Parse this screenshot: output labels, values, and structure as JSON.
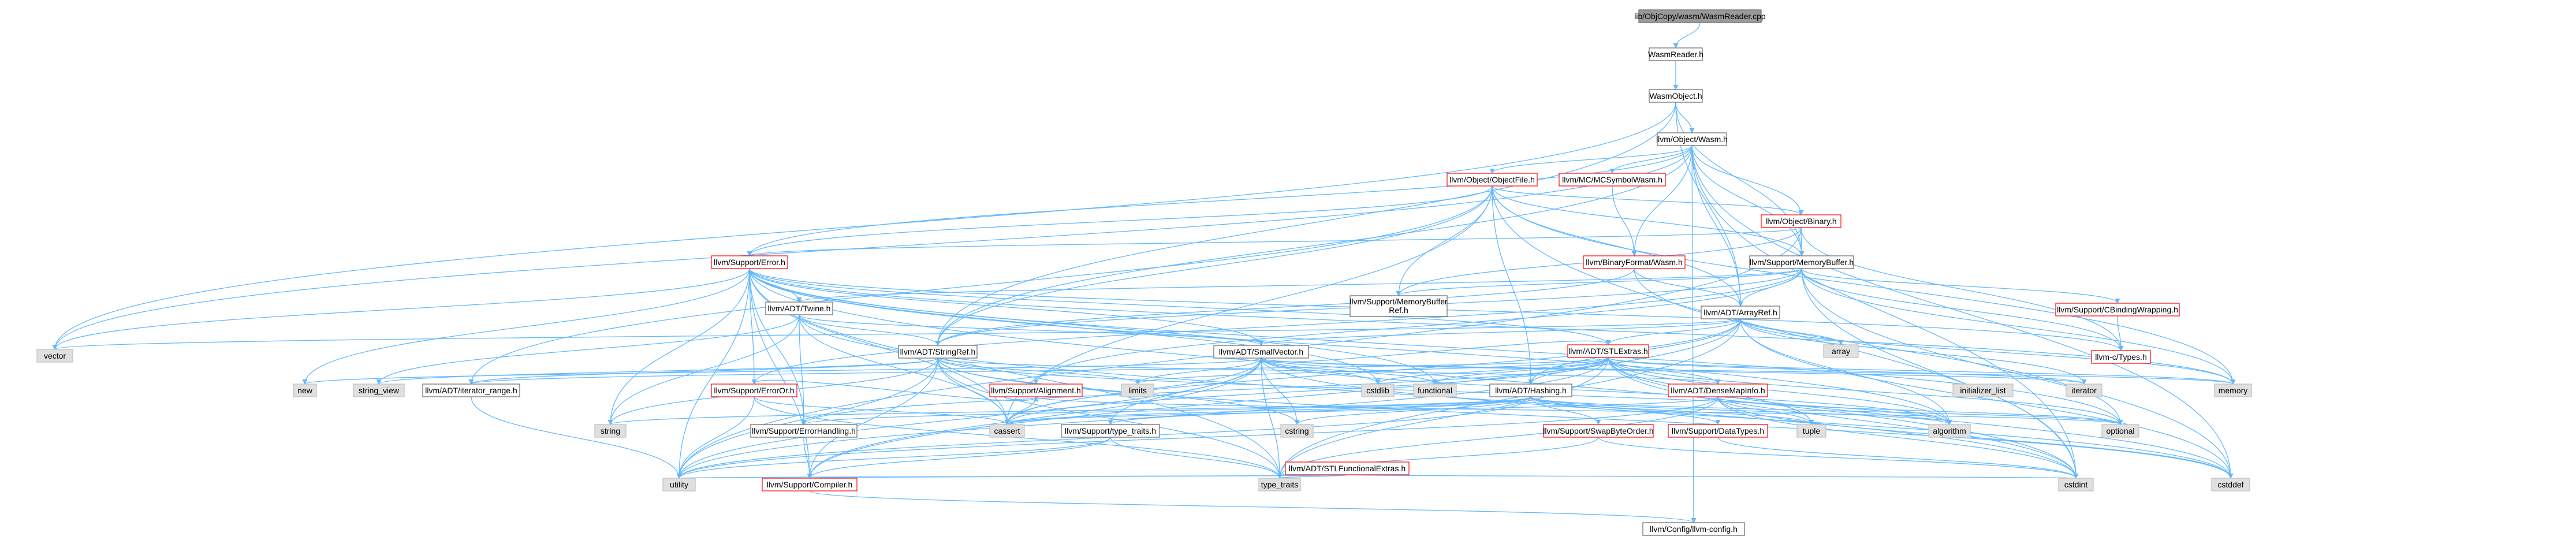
{
  "graph": {
    "colors": {
      "root_fill": "#999999",
      "internal_fill": "#ffffff",
      "external_fill": "#e0e0e0",
      "border": "#666666",
      "red_border": "#ff0000",
      "text": "#000000",
      "edge": "#63b8ff",
      "edge_dark": "#f4a460"
    },
    "nodes": [
      {
        "id": "root",
        "label": "lib/ObjCopy/wasm/WasmReader.cpp",
        "style": "root"
      },
      {
        "id": "wasmreader_h",
        "label": "WasmReader.h",
        "style": "internal"
      },
      {
        "id": "wasmobject_h",
        "label": "WasmObject.h",
        "style": "internal"
      },
      {
        "id": "obj_wasm",
        "label": "llvm/Object/Wasm.h",
        "style": "internal"
      },
      {
        "id": "obj_objectfile",
        "label": "llvm/Object/ObjectFile.h",
        "style": "red"
      },
      {
        "id": "mc_symbolwasm",
        "label": "llvm/MC/MCSymbolWasm.h",
        "style": "red"
      },
      {
        "id": "obj_binary",
        "label": "llvm/Object/Binary.h",
        "style": "red"
      },
      {
        "id": "support_error",
        "label": "llvm/Support/Error.h",
        "style": "red"
      },
      {
        "id": "binformat_wasm",
        "label": "llvm/BinaryFormat/Wasm.h",
        "style": "red"
      },
      {
        "id": "support_membuf",
        "label": "llvm/Support/MemoryBuffer.h",
        "style": "internal"
      },
      {
        "id": "membufref",
        "label": "llvm/Support/MemoryBuffer Ref.h",
        "lines": [
          "llvm/Support/MemoryBuffer",
          "Ref.h"
        ],
        "style": "internal"
      },
      {
        "id": "adt_arrayref",
        "label": "llvm/ADT/ArrayRef.h",
        "style": "internal"
      },
      {
        "id": "cbindingwrapping",
        "label": "llvm/Support/CBindingWrapping.h",
        "style": "red"
      },
      {
        "id": "c_types",
        "label": "llvm-c/Types.h",
        "style": "red"
      },
      {
        "id": "adt_twine",
        "label": "llvm/ADT/Twine.h",
        "style": "internal"
      },
      {
        "id": "adt_stlextras",
        "label": "llvm/ADT/STLExtras.h",
        "style": "red"
      },
      {
        "id": "adt_stringref",
        "label": "llvm/ADT/StringRef.h",
        "style": "internal"
      },
      {
        "id": "adt_smallvector",
        "label": "llvm/ADT/SmallVector.h",
        "style": "internal"
      },
      {
        "id": "array",
        "label": "array",
        "style": "external"
      },
      {
        "id": "vector",
        "label": "vector",
        "style": "external"
      },
      {
        "id": "new",
        "label": "new",
        "style": "external"
      },
      {
        "id": "string_view",
        "label": "string_view",
        "style": "external"
      },
      {
        "id": "iter_range",
        "label": "llvm/ADT/iterator_range.h",
        "style": "internal"
      },
      {
        "id": "erroror",
        "label": "llvm/Support/ErrorOr.h",
        "style": "red"
      },
      {
        "id": "alignment",
        "label": "llvm/Support/Alignment.h",
        "style": "red"
      },
      {
        "id": "limits",
        "label": "limits",
        "style": "external"
      },
      {
        "id": "cstdlib",
        "label": "cstdlib",
        "style": "external"
      },
      {
        "id": "functional",
        "label": "functional",
        "style": "external"
      },
      {
        "id": "hashing",
        "label": "llvm/ADT/Hashing.h",
        "style": "internal"
      },
      {
        "id": "densemapinfo",
        "label": "llvm/ADT/DenseMapInfo.h",
        "style": "red"
      },
      {
        "id": "init_list",
        "label": "initializer_list",
        "style": "external"
      },
      {
        "id": "iterator",
        "label": "iterator",
        "style": "external"
      },
      {
        "id": "memory",
        "label": "memory",
        "style": "external"
      },
      {
        "id": "string",
        "label": "string",
        "style": "external"
      },
      {
        "id": "cassert",
        "label": "cassert",
        "style": "external"
      },
      {
        "id": "errorhandling",
        "label": "llvm/Support/ErrorHandling.h",
        "style": "internal"
      },
      {
        "id": "type_traits_h",
        "label": "llvm/Support/type_traits.h",
        "style": "internal"
      },
      {
        "id": "cstring",
        "label": "cstring",
        "style": "external"
      },
      {
        "id": "stlfunctional",
        "label": "llvm/ADT/STLFunctionalExtras.h",
        "style": "red"
      },
      {
        "id": "swapbyteorder",
        "label": "llvm/Support/SwapByteOrder.h",
        "style": "red"
      },
      {
        "id": "datatypes",
        "label": "llvm/Support/DataTypes.h",
        "style": "red"
      },
      {
        "id": "tuple",
        "label": "tuple",
        "style": "external"
      },
      {
        "id": "algorithm",
        "label": "algorithm",
        "style": "external"
      },
      {
        "id": "optional",
        "label": "optional",
        "style": "external"
      },
      {
        "id": "utility",
        "label": "utility",
        "style": "external"
      },
      {
        "id": "compiler",
        "label": "llvm/Support/Compiler.h",
        "style": "red"
      },
      {
        "id": "type_traits",
        "label": "type_traits",
        "style": "external"
      },
      {
        "id": "cstdint",
        "label": "cstdint",
        "style": "external"
      },
      {
        "id": "cstddef",
        "label": "cstddef",
        "style": "external"
      },
      {
        "id": "config",
        "label": "llvm/Config/llvm-config.h",
        "style": "internal"
      }
    ],
    "edges": [
      [
        "root",
        "wasmreader_h"
      ],
      [
        "wasmreader_h",
        "wasmobject_h"
      ],
      [
        "wasmobject_h",
        "obj_wasm"
      ],
      [
        "wasmobject_h",
        "adt_stringref"
      ],
      [
        "wasmobject_h",
        "support_membuf"
      ],
      [
        "wasmobject_h",
        "adt_arrayref"
      ],
      [
        "wasmobject_h",
        "vector"
      ],
      [
        "obj_wasm",
        "obj_objectfile"
      ],
      [
        "obj_wasm",
        "mc_symbolwasm"
      ],
      [
        "obj_wasm",
        "obj_binary"
      ],
      [
        "obj_wasm",
        "binformat_wasm"
      ],
      [
        "obj_wasm",
        "support_error"
      ],
      [
        "obj_wasm",
        "support_membuf"
      ],
      [
        "obj_wasm",
        "adt_arrayref"
      ],
      [
        "obj_wasm",
        "adt_stringref"
      ],
      [
        "obj_wasm",
        "config"
      ],
      [
        "obj_wasm",
        "cstddef"
      ],
      [
        "obj_wasm",
        "cstdint"
      ],
      [
        "obj_wasm",
        "vector"
      ],
      [
        "obj_objectfile",
        "obj_binary"
      ],
      [
        "obj_objectfile",
        "adt_arrayref"
      ],
      [
        "obj_objectfile",
        "hashing"
      ],
      [
        "obj_objectfile",
        "adt_stringref"
      ],
      [
        "obj_objectfile",
        "iter_range"
      ],
      [
        "obj_objectfile",
        "support_error"
      ],
      [
        "obj_objectfile",
        "support_membuf"
      ],
      [
        "obj_objectfile",
        "membufref"
      ],
      [
        "obj_objectfile",
        "cassert"
      ],
      [
        "obj_objectfile",
        "cstdint"
      ],
      [
        "obj_objectfile",
        "memory"
      ],
      [
        "mc_symbolwasm",
        "binformat_wasm"
      ],
      [
        "obj_binary",
        "support_error"
      ],
      [
        "obj_binary",
        "support_membuf"
      ],
      [
        "obj_binary",
        "membufref"
      ],
      [
        "obj_binary",
        "c_types"
      ],
      [
        "obj_binary",
        "utility"
      ],
      [
        "binformat_wasm",
        "adt_arrayref"
      ],
      [
        "binformat_wasm",
        "adt_stringref"
      ],
      [
        "binformat_wasm",
        "optional"
      ],
      [
        "support_membuf",
        "adt_arrayref"
      ],
      [
        "support_membuf",
        "adt_stringref"
      ],
      [
        "support_membuf",
        "adt_twine"
      ],
      [
        "support_membuf",
        "cbindingwrapping"
      ],
      [
        "support_membuf",
        "erroror"
      ],
      [
        "support_membuf",
        "membufref"
      ],
      [
        "support_membuf",
        "alignment"
      ],
      [
        "support_membuf",
        "cstddef"
      ],
      [
        "support_membuf",
        "cstdint"
      ],
      [
        "support_membuf",
        "memory"
      ],
      [
        "support_membuf",
        "c_types"
      ],
      [
        "cbindingwrapping",
        "c_types"
      ],
      [
        "support_error",
        "adt_twine"
      ],
      [
        "support_error",
        "errorhandling"
      ],
      [
        "support_error",
        "erroror"
      ],
      [
        "support_error",
        "compiler"
      ],
      [
        "support_error",
        "adt_stlextras"
      ],
      [
        "support_error",
        "adt_smallvector"
      ],
      [
        "support_error",
        "algorithm"
      ],
      [
        "support_error",
        "cassert"
      ],
      [
        "support_error",
        "cstdint"
      ],
      [
        "support_error",
        "cstdlib"
      ],
      [
        "support_error",
        "functional"
      ],
      [
        "support_error",
        "memory"
      ],
      [
        "support_error",
        "new"
      ],
      [
        "support_error",
        "optional"
      ],
      [
        "support_error",
        "string"
      ],
      [
        "support_error",
        "system_error"
      ],
      [
        "support_error",
        "type_traits"
      ],
      [
        "support_error",
        "utility"
      ],
      [
        "support_error",
        "vector"
      ],
      [
        "support_error",
        "c_types"
      ],
      [
        "adt_arrayref",
        "hashing"
      ],
      [
        "adt_arrayref",
        "adt_smallvector"
      ],
      [
        "adt_arrayref",
        "adt_stlextras"
      ],
      [
        "adt_arrayref",
        "compiler"
      ],
      [
        "adt_arrayref",
        "algorithm"
      ],
      [
        "adt_arrayref",
        "array"
      ],
      [
        "adt_arrayref",
        "cassert"
      ],
      [
        "adt_arrayref",
        "cstddef"
      ],
      [
        "adt_arrayref",
        "initializer_list"
      ],
      [
        "adt_arrayref",
        "iterator"
      ],
      [
        "adt_arrayref",
        "memory"
      ],
      [
        "adt_arrayref",
        "type_traits"
      ],
      [
        "adt_arrayref",
        "vector"
      ],
      [
        "adt_twine",
        "adt_smallvector"
      ],
      [
        "adt_twine",
        "adt_stringref"
      ],
      [
        "adt_twine",
        "errorhandling"
      ],
      [
        "adt_twine",
        "cassert"
      ],
      [
        "adt_twine",
        "cstdint"
      ],
      [
        "adt_twine",
        "string"
      ],
      [
        "adt_twine",
        "string_view"
      ],
      [
        "adt_stlextras",
        "adt_stlfunctional"
      ],
      [
        "adt_stlextras",
        "hashing"
      ],
      [
        "adt_stlextras",
        "iter_range"
      ],
      [
        "adt_stlextras",
        "densemapinfo"
      ],
      [
        "adt_stlextras",
        "adt_smallvector"
      ],
      [
        "adt_stlextras",
        "errorhandling"
      ],
      [
        "adt_stlextras",
        "algorithm"
      ],
      [
        "adt_stlextras",
        "cassert"
      ],
      [
        "adt_stlextras",
        "cstddef"
      ],
      [
        "adt_stlextras",
        "cstdint"
      ],
      [
        "adt_stlextras",
        "cstdlib"
      ],
      [
        "adt_stlextras",
        "functional"
      ],
      [
        "adt_stlextras",
        "initializer_list"
      ],
      [
        "adt_stlextras",
        "iterator"
      ],
      [
        "adt_stlextras",
        "limits"
      ],
      [
        "adt_stlextras",
        "memory"
      ],
      [
        "adt_stlextras",
        "optional"
      ],
      [
        "adt_stlextras",
        "tuple"
      ],
      [
        "adt_stlextras",
        "type_traits"
      ],
      [
        "adt_stlextras",
        "utility"
      ],
      [
        "adt_stringref",
        "densemapinfo"
      ],
      [
        "adt_stringref",
        "iter_range"
      ],
      [
        "adt_stringref",
        "compiler"
      ],
      [
        "adt_stringref",
        "algorithm"
      ],
      [
        "adt_stringref",
        "cassert"
      ],
      [
        "adt_stringref",
        "cstddef"
      ],
      [
        "adt_stringref",
        "cstring"
      ],
      [
        "adt_stringref",
        "limits"
      ],
      [
        "adt_stringref",
        "string"
      ],
      [
        "adt_stringref",
        "string_view"
      ],
      [
        "adt_stringref",
        "type_traits"
      ],
      [
        "adt_stringref",
        "utility"
      ],
      [
        "adt_smallvector",
        "compiler"
      ],
      [
        "adt_smallvector",
        "type_traits_h"
      ],
      [
        "adt_smallvector",
        "algorithm"
      ],
      [
        "adt_smallvector",
        "cassert"
      ],
      [
        "adt_smallvector",
        "cstddef"
      ],
      [
        "adt_smallvector",
        "cstdlib"
      ],
      [
        "adt_smallvector",
        "cstring"
      ],
      [
        "adt_smallvector",
        "functional"
      ],
      [
        "adt_smallvector",
        "initializer_list"
      ],
      [
        "adt_smallvector",
        "iterator"
      ],
      [
        "adt_smallvector",
        "limits"
      ],
      [
        "adt_smallvector",
        "memory"
      ],
      [
        "adt_smallvector",
        "new"
      ],
      [
        "adt_smallvector",
        "type_traits"
      ],
      [
        "adt_smallvector",
        "utility"
      ],
      [
        "erroror",
        "alignment"
      ],
      [
        "erroror",
        "cassert"
      ],
      [
        "erroror",
        "type_traits"
      ],
      [
        "erroror",
        "utility"
      ],
      [
        "alignment",
        "cassert"
      ],
      [
        "alignment",
        "optional"
      ],
      [
        "hashing",
        "errorhandling"
      ],
      [
        "hashing",
        "swapbyteorder"
      ],
      [
        "hashing",
        "datatypes"
      ],
      [
        "hashing",
        "type_traits_h"
      ],
      [
        "hashing",
        "algorithm"
      ],
      [
        "hashing",
        "cassert"
      ],
      [
        "hashing",
        "cstring"
      ],
      [
        "hashing",
        "optional"
      ],
      [
        "hashing",
        "string"
      ],
      [
        "hashing",
        "tuple"
      ],
      [
        "hashing",
        "utility"
      ],
      [
        "densemapinfo",
        "cassert"
      ],
      [
        "densemapinfo",
        "cstddef"
      ],
      [
        "densemapinfo",
        "cstdint"
      ],
      [
        "densemapinfo",
        "tuple"
      ],
      [
        "densemapinfo",
        "type_traits"
      ],
      [
        "densemapinfo",
        "utility"
      ],
      [
        "densemapinfo",
        "optional"
      ],
      [
        "errorhandling",
        "compiler"
      ],
      [
        "type_traits_h",
        "compiler"
      ],
      [
        "type_traits_h",
        "type_traits"
      ],
      [
        "type_traits_h",
        "utility"
      ],
      [
        "stlfunctional",
        "cstdint"
      ],
      [
        "stlfunctional",
        "type_traits"
      ],
      [
        "stlfunctional",
        "utility"
      ],
      [
        "swapbyteorder",
        "type_traits"
      ],
      [
        "swapbyteorder",
        "cstdint"
      ],
      [
        "datatypes",
        "cstdint"
      ],
      [
        "iter_range",
        "utility"
      ],
      [
        "compiler",
        "config"
      ],
      [
        "stlfunctional",
        "compiler"
      ]
    ]
  }
}
